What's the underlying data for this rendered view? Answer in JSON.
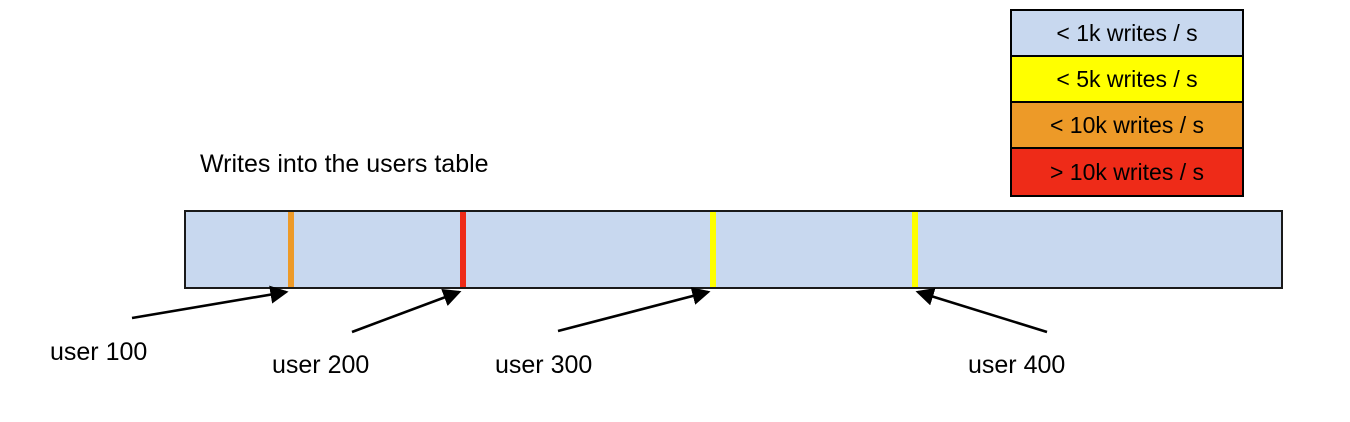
{
  "chart_data": {
    "type": "bar",
    "title": "Writes into the users table",
    "orientation": "horizontal-single-bar",
    "xlabel": "",
    "ylabel": "",
    "description": "A single horizontal bar representing the users table, shaded by write throughput, with vertical markers at user boundaries.",
    "base_fill": "#c8d8ef",
    "base_category": "< 1k writes / s",
    "categories": [
      "< 1k writes / s",
      "< 5k writes / s",
      "< 10k writes / s",
      "> 10k writes / s"
    ],
    "colors": [
      "#c8d8ef",
      "#ffff00",
      "#ed9a28",
      "#ee2b18"
    ],
    "markers": [
      {
        "label": "user 100",
        "color": "#ed9a28",
        "category": "< 10k writes / s",
        "position_pct": 9.6
      },
      {
        "label": "user 200",
        "color": "#ee2b18",
        "category": "> 10k writes / s",
        "position_pct": 25.3
      },
      {
        "label": "user 300",
        "color": "#ffff00",
        "category": "< 5k writes / s",
        "position_pct": 48.0
      },
      {
        "label": "user 400",
        "color": "#ffff00",
        "category": "< 5k writes / s",
        "position_pct": 66.4
      }
    ]
  },
  "legend": {
    "name": "writes-per-second-legend",
    "items": [
      {
        "label": "< 1k writes / s",
        "color": "#c8d8ef"
      },
      {
        "label": "< 5k writes / s",
        "color": "#ffff00"
      },
      {
        "label": "< 10k writes / s",
        "color": "#ed9a28"
      },
      {
        "label": "> 10k writes / s",
        "color": "#ee2b18"
      }
    ]
  },
  "diagram": {
    "title": "Writes into the users table",
    "bar": {
      "fill": "#c8d8ef",
      "stroke": "#1a1a1a"
    },
    "markers": [
      {
        "label": "user 100",
        "color": "#ed9a28"
      },
      {
        "label": "user 200",
        "color": "#ee2b18"
      },
      {
        "label": "user 300",
        "color": "#ffff00"
      },
      {
        "label": "user 400",
        "color": "#ffff00"
      }
    ]
  }
}
